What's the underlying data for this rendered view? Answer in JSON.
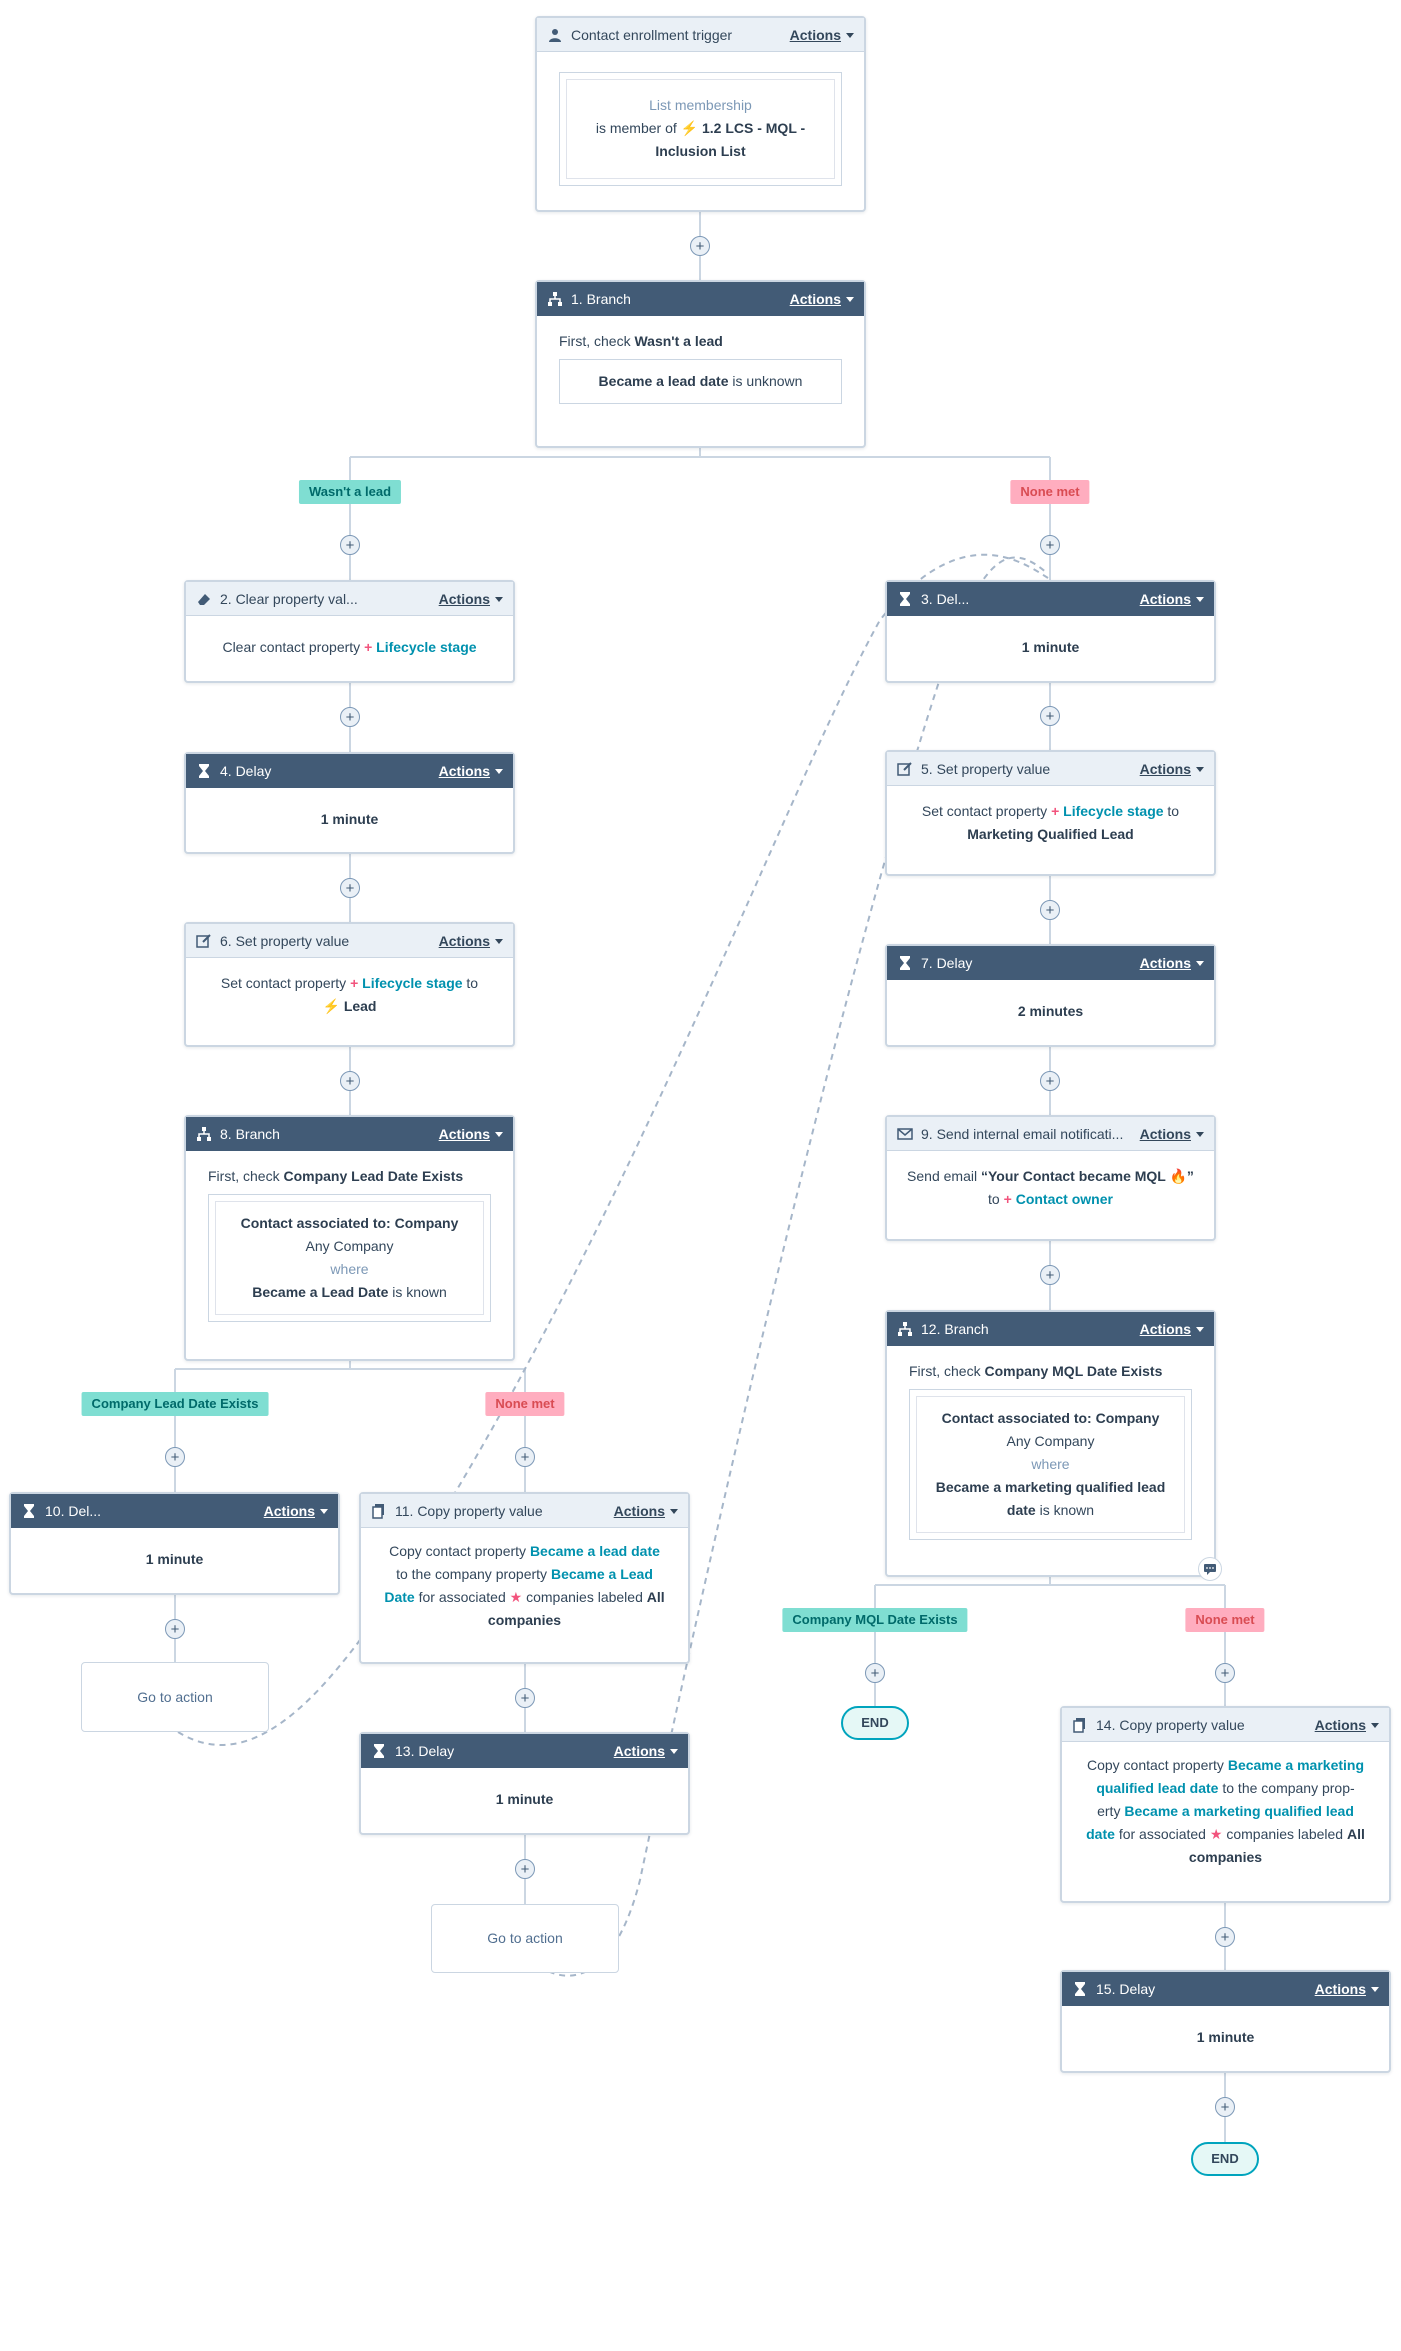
{
  "common": {
    "actions_label": "Actions",
    "plus": "+",
    "end_label": "END",
    "goto_label": "Go to action"
  },
  "trigger": {
    "title": "Contact enrollment trigger",
    "filter_heading": "List membership",
    "line1_pre": "is member of",
    "list_name": "1.2 LCS - MQL -",
    "list_name2": "Inclusion List"
  },
  "branch1": {
    "title": "1. Branch",
    "first_check": "First, check",
    "check_name": "Wasn't a lead",
    "cond_prop": "Became a lead date",
    "cond_op": "is unknown",
    "left_label": "Wasn't a lead",
    "right_label": "None met"
  },
  "a2": {
    "title": "2. Clear property val...",
    "text": "Clear contact property",
    "prop": "Lifecycle stage"
  },
  "a3": {
    "title": "3. Del...",
    "text": "1 minute"
  },
  "a4": {
    "title": "4. Delay",
    "text": "1 minute"
  },
  "a5": {
    "title": "5. Set property value",
    "text_pre": "Set contact property",
    "prop": "Lifecycle stage",
    "to": "to",
    "value": "Marketing Qualified Lead"
  },
  "a6": {
    "title": "6. Set property value",
    "text_pre": "Set contact property",
    "prop": "Lifecycle stage",
    "to": "to",
    "value": "Lead"
  },
  "a7": {
    "title": "7. Delay",
    "text": "2 minutes"
  },
  "a8": {
    "title": "8. Branch",
    "first_check": "First, check",
    "check_name": "Company Lead Date Exists",
    "assoc": "Contact associated to: Company",
    "any": "Any Company",
    "where": "where",
    "cond_prop": "Became a Lead Date",
    "cond_op": "is known",
    "left_label": "Company Lead Date Exists",
    "right_label": "None met"
  },
  "a9": {
    "title": "9. Send internal email notificati...",
    "send": "Send email",
    "subject": "“Your Contact became MQL 🔥”",
    "to": "to",
    "owner": "Contact owner"
  },
  "a10": {
    "title": "10. Del...",
    "text": "1 minute"
  },
  "a11": {
    "title": "11. Copy property value",
    "p1": "Copy contact property",
    "prop1": "Became a lead date",
    "p2": "to the company property",
    "prop2a": "Became a Lead",
    "prop2b": "Date",
    "p3": "for associated",
    "p4": "companies labeled",
    "all": "All",
    "companies": "companies"
  },
  "a12": {
    "title": "12. Branch",
    "first_check": "First, check",
    "check_name": "Company MQL Date Exists",
    "assoc": "Contact associated to: Company",
    "any": "Any Company",
    "where": "where",
    "cond_prop1": "Became a marketing qualified lead",
    "cond_prop2": "date",
    "cond_op": "is known",
    "left_label": "Company MQL Date Exists",
    "right_label": "None met"
  },
  "a13": {
    "title": "13. Delay",
    "text": "1 minute"
  },
  "a14": {
    "title": "14. Copy property value",
    "p1": "Copy contact property",
    "prop1a": "Became a marketing",
    "prop1b": "qualified lead date",
    "p2a": "to the company prop-",
    "p2b": "erty",
    "prop2a": "Became a marketing qualified lead",
    "prop2b": "date",
    "p3": "for associated",
    "p4": "companies labeled",
    "all": "All",
    "companies": "companies"
  },
  "a15": {
    "title": "15. Delay",
    "text": "1 minute"
  },
  "colors": {
    "dark_header": "#425b76",
    "light_header": "#eaf0f6",
    "teal": "#7fded2",
    "red": "#ffadbf",
    "link": "#0091ae",
    "accent": "#f2547d"
  },
  "icons": {
    "trigger": "person-icon",
    "branch": "branch-icon",
    "delay": "hourglass-icon",
    "clear": "eraser-icon",
    "set": "edit-icon",
    "copy": "copy-icon",
    "email": "envelope-icon",
    "comment": "comment-icon"
  }
}
